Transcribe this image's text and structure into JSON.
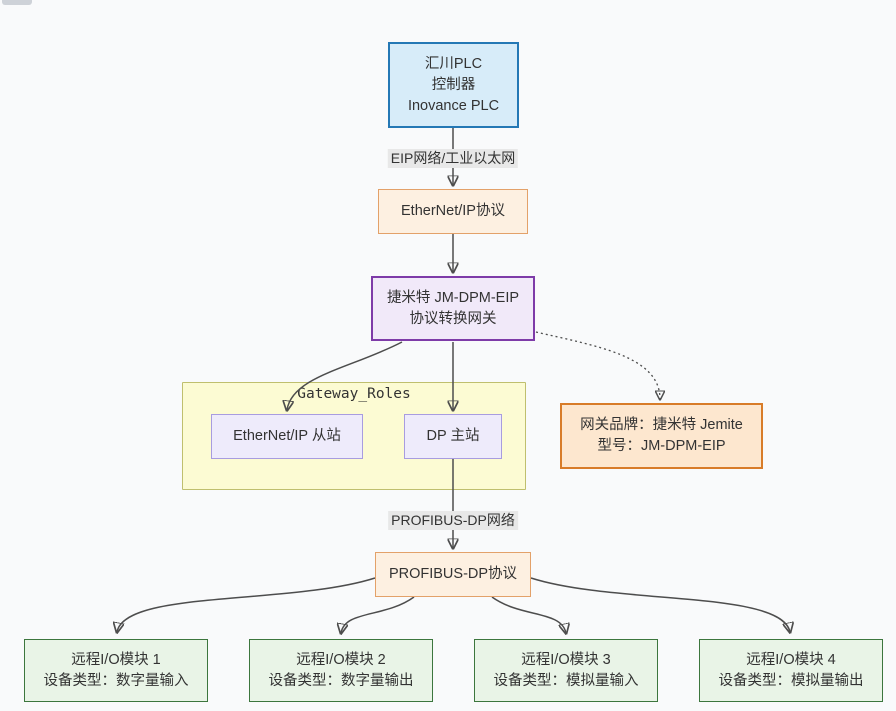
{
  "diagram": {
    "type": "flowchart",
    "nodes": {
      "plc": {
        "lines": [
          "汇川PLC",
          "控制器",
          "Inovance PLC"
        ]
      },
      "eip_protocol": {
        "label": "EtherNet/IP协议"
      },
      "gateway": {
        "lines": [
          "捷米特 JM-DPM-EIP",
          "协议转换网关"
        ]
      },
      "eip_slave": {
        "label": "EtherNet/IP 从站"
      },
      "dp_master": {
        "label": "DP 主站"
      },
      "gateway_info": {
        "lines": [
          "网关品牌：捷米特 Jemite",
          "型号：JM-DPM-EIP"
        ]
      },
      "profibus_protocol": {
        "label": "PROFIBUS-DP协议"
      },
      "io_module_1": {
        "lines": [
          "远程I/O模块 1",
          "设备类型：数字量输入"
        ]
      },
      "io_module_2": {
        "lines": [
          "远程I/O模块 2",
          "设备类型：数字量输出"
        ]
      },
      "io_module_3": {
        "lines": [
          "远程I/O模块 3",
          "设备类型：模拟量输入"
        ]
      },
      "io_module_4": {
        "lines": [
          "远程I/O模块 4",
          "设备类型：模拟量输出"
        ]
      }
    },
    "subgraph": {
      "title": "Gateway_Roles"
    },
    "edge_labels": {
      "eip_network": "EIP网络/工业以太网",
      "profibus_network": "PROFIBUS-DP网络"
    },
    "edges": [
      {
        "from": "plc",
        "to": "eip_protocol",
        "label": "EIP网络/工业以太网",
        "style": "solid"
      },
      {
        "from": "eip_protocol",
        "to": "gateway",
        "label": "",
        "style": "solid"
      },
      {
        "from": "gateway",
        "to": "eip_slave",
        "label": "",
        "style": "solid"
      },
      {
        "from": "gateway",
        "to": "dp_master",
        "label": "",
        "style": "solid"
      },
      {
        "from": "gateway",
        "to": "gateway_info",
        "label": "",
        "style": "dotted"
      },
      {
        "from": "dp_master",
        "to": "profibus_protocol",
        "label": "PROFIBUS-DP网络",
        "style": "solid"
      },
      {
        "from": "profibus_protocol",
        "to": "io_module_1",
        "label": "",
        "style": "solid"
      },
      {
        "from": "profibus_protocol",
        "to": "io_module_2",
        "label": "",
        "style": "solid"
      },
      {
        "from": "profibus_protocol",
        "to": "io_module_3",
        "label": "",
        "style": "solid"
      },
      {
        "from": "profibus_protocol",
        "to": "io_module_4",
        "label": "",
        "style": "solid"
      }
    ],
    "palette": {
      "background": "#f9fafb",
      "plc_fill": "#d7ecf9",
      "plc_stroke": "#2478b5",
      "protocol_fill": "#fdf0e1",
      "protocol_stroke": "#e3a169",
      "info_fill": "#fde7cf",
      "info_stroke": "#d87c29",
      "gateway_fill": "#f1e9f9",
      "gateway_stroke": "#7e3ba8",
      "role_fill": "#eeebfb",
      "role_stroke": "#a89ce0",
      "io_fill": "#e9f4e7",
      "io_stroke": "#3c763d",
      "cluster_fill": "#fcfbd3",
      "cluster_stroke": "#bfbf6e",
      "edge_stroke": "#4d4d4d",
      "edge_label_bg": "#e8e8e8",
      "text": "#333333"
    }
  }
}
